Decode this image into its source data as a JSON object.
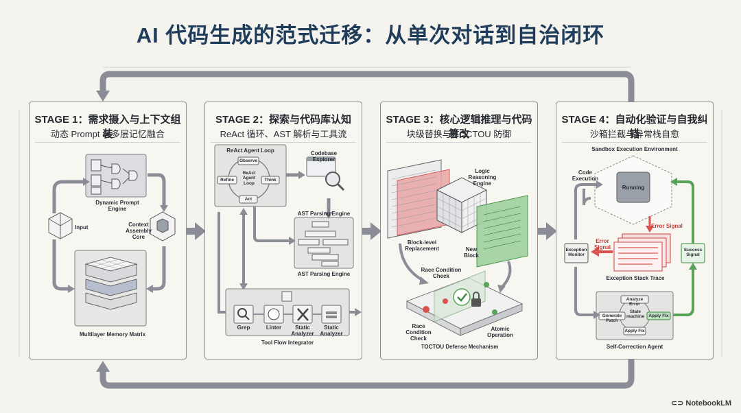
{
  "title": "AI 代码生成的范式迁移：从单次对话到自治闭环",
  "stages": [
    {
      "title": "STAGE 1：需求摄入与上下文组装",
      "subtitle": "动态 Prompt 与多层记忆融合",
      "labels": {
        "prompt_engine": "Dynamic Prompt Engine",
        "input": "Input",
        "context_core": "Context Assembly Core",
        "memory_matrix": "Multilayer Memory Matrix"
      }
    },
    {
      "title": "STAGE 2：探索与代码库认知",
      "subtitle": "ReAct 循环、AST 解析与工具流",
      "labels": {
        "react_loop": "ReAct Agent Loop",
        "observe": "Observe",
        "react_center": "ReAct Agent Loop",
        "think": "Think",
        "refine": "Refine",
        "act": "Act",
        "codebase_explorer": "Codebase Explorer",
        "ast_engine_top": "AST Parsing Engine",
        "ast_engine_bottom": "AST Parsing Engine",
        "grep": "Grep",
        "linter": "Linter",
        "static_analyzer_1": "Static Analyzer",
        "static_analyzer_2": "Static Analyzer",
        "tool_flow": "Tool Flow Integrator"
      }
    },
    {
      "title": "STAGE 3：核心逻辑推理与代码篡改",
      "subtitle": "块级替换与 TOCTOU 防御",
      "labels": {
        "logic_engine": "Logic Reasoning Engine",
        "block_replacement": "Block-level Replacement",
        "new_block": "New Block",
        "race_check_top": "Race Condition Check",
        "race_check_left": "Race Condition Check",
        "atomic_op": "Atomic Operation",
        "toctou": "TOCTOU Defense Mechanism"
      }
    },
    {
      "title": "STAGE 4：自动化验证与自我纠错",
      "subtitle": "沙箱拦截与异常栈自愈",
      "labels": {
        "sandbox": "Sandbox Execution Environment",
        "code_execution": "Code Execution",
        "running": "Running",
        "error_signal_1": "Error Signal",
        "error_signal_2": "Error Signal",
        "exception_monitor": "Exception Monitor",
        "stack_trace": "Exception Stack Trace",
        "success_signal": "Success Signal",
        "analyze_error": "Analyze Error",
        "generate_patch": "Generate Patch",
        "state_machine": "State machine",
        "apply_fix_1": "Apply Fix",
        "apply_fix_2": "Apply Fix",
        "self_correction": "Self-Correction Agent"
      }
    }
  ],
  "watermark": "NotebookLM",
  "colors": {
    "title": "#1f3c5b",
    "arrow": "#8a8d95",
    "red": "#d9534f",
    "green": "#5aa25a",
    "panel": "#f7f6f1"
  }
}
